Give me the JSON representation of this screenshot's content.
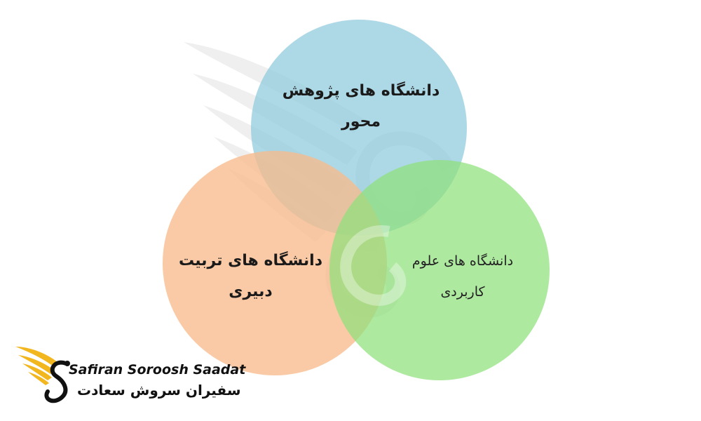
{
  "diagram": {
    "circles": [
      {
        "id": "research",
        "lines": [
          "دانشگاه های پژوهش",
          "محور"
        ],
        "color": "#8ec9dc"
      },
      {
        "id": "teacher_training",
        "lines": [
          "دانشگاه های تربیت",
          "دبیری"
        ],
        "color": "#f7bb8c"
      },
      {
        "id": "applied_sciences",
        "lines": [
          "دانشگاه های علوم",
          "کاربردی"
        ],
        "color": "#8fe07c"
      }
    ]
  },
  "logo": {
    "name_en": "Safiran Soroosh Saadat",
    "name_fa": "سفیران سروش سعادت",
    "wing_color": "#f2b71e",
    "mark_color": "#111111"
  },
  "watermark": {
    "color": "#d9d9d9"
  }
}
